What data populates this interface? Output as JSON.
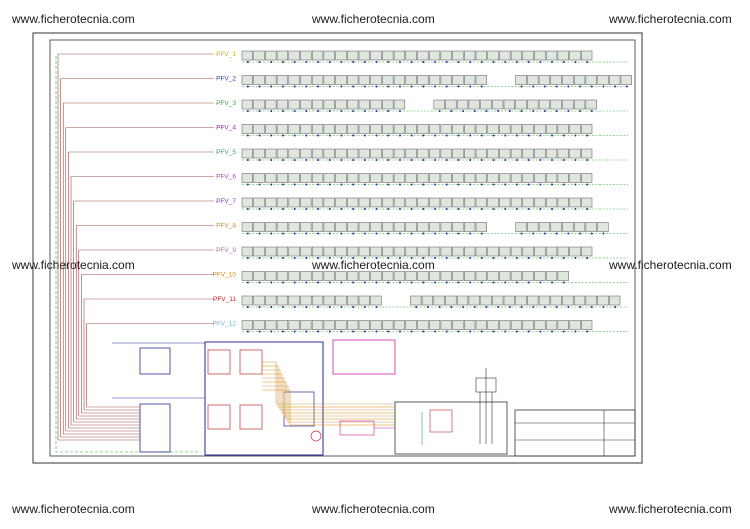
{
  "watermark": "www.ficherotecnia.com",
  "strings": [
    {
      "label": "PFV_1",
      "color": "#c8b400",
      "groups": [
        30
      ]
    },
    {
      "label": "PFV_2",
      "color": "#1f3fd6",
      "groups": [
        21,
        10
      ]
    },
    {
      "label": "PFV_3",
      "color": "#2faa2f",
      "groups": [
        14,
        14
      ]
    },
    {
      "label": "PFV_4",
      "color": "#a020a0",
      "groups": [
        30
      ]
    },
    {
      "label": "PFV_5",
      "color": "#20a0a0",
      "groups": [
        30
      ]
    },
    {
      "label": "PFV_6",
      "color": "#c030c0",
      "groups": [
        30
      ]
    },
    {
      "label": "PFV_7",
      "color": "#8a2be2",
      "groups": [
        30
      ]
    },
    {
      "label": "PFV_8",
      "color": "#e08a00",
      "groups": [
        21,
        8
      ]
    },
    {
      "label": "PFV_9",
      "color": "#c060c0",
      "groups": [
        30
      ]
    },
    {
      "label": "PFV_10",
      "color": "#e08a00",
      "groups": [
        28
      ]
    },
    {
      "label": "PFV_11",
      "color": "#d02020",
      "groups": [
        12,
        18
      ]
    },
    {
      "label": "PFV_12",
      "color": "#66b2e0",
      "groups": [
        30
      ]
    }
  ],
  "colors": {
    "frame": "#333333",
    "panel": "#dfe6de",
    "panel_stroke": "#555555",
    "bus": "#c8a060",
    "box": "#2a2a9a",
    "grid": "#8a2020"
  }
}
